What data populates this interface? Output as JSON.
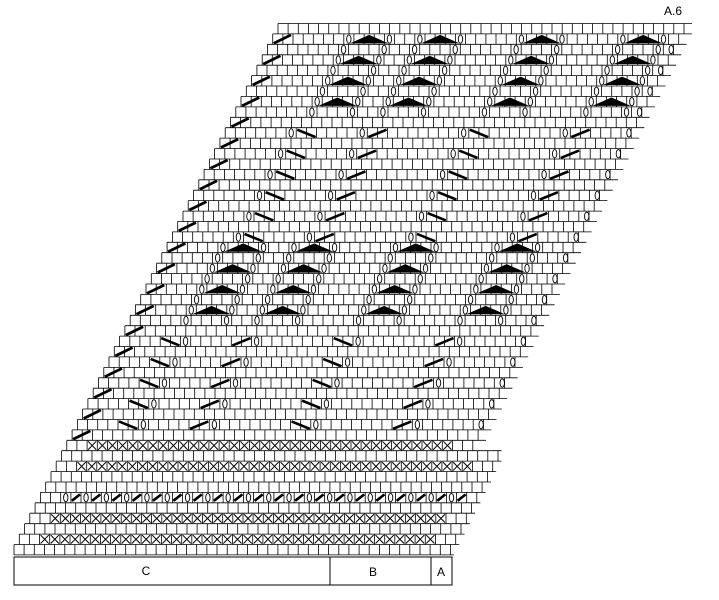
{
  "diagram": {
    "title": "A.6",
    "sections": [
      {
        "id": "c",
        "label": "C"
      },
      {
        "id": "b",
        "label": "B"
      },
      {
        "id": "a",
        "label": "A"
      }
    ],
    "symbols": [
      "empty-square",
      "cross-stitch",
      "yarn-over",
      "slanted-decrease",
      "triangle-decrease"
    ],
    "line_color": "#000000",
    "background_color": "#ffffff"
  }
}
